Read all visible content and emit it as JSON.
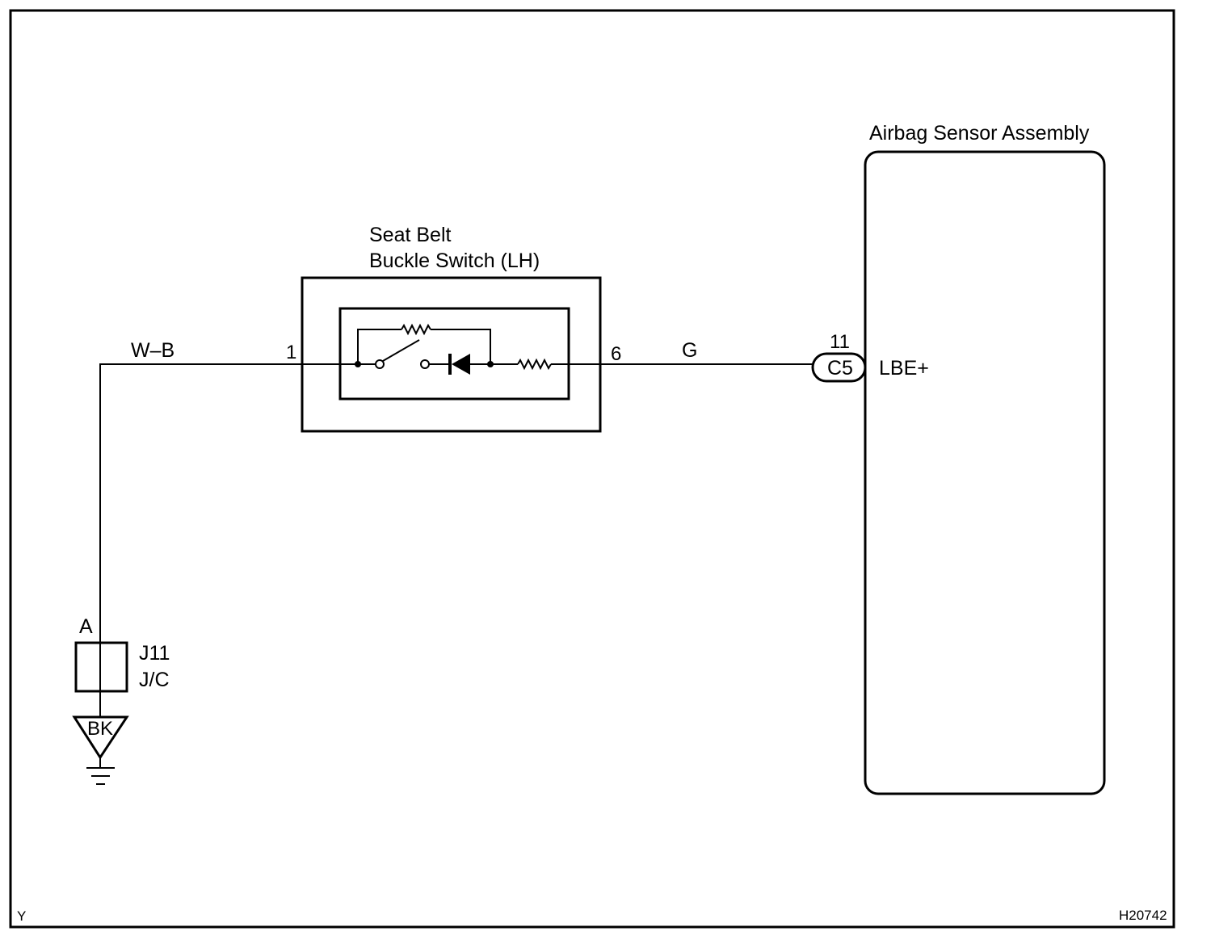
{
  "figure": {
    "corner_letter": "Y",
    "figure_code": "H20742"
  },
  "seat_belt_switch": {
    "title_line1": "Seat Belt",
    "title_line2": "Buckle Switch (LH)",
    "pin_left": "1",
    "pin_right": "6"
  },
  "wires": {
    "left_color": "W–B",
    "right_color": "G"
  },
  "airbag_sensor": {
    "title": "Airbag Sensor Assembly",
    "connector": "C5",
    "pin": "11",
    "terminal": "LBE+"
  },
  "junction": {
    "pin": "A",
    "name": "J11",
    "type": "J/C"
  },
  "ground": {
    "wire_color": "BK"
  }
}
